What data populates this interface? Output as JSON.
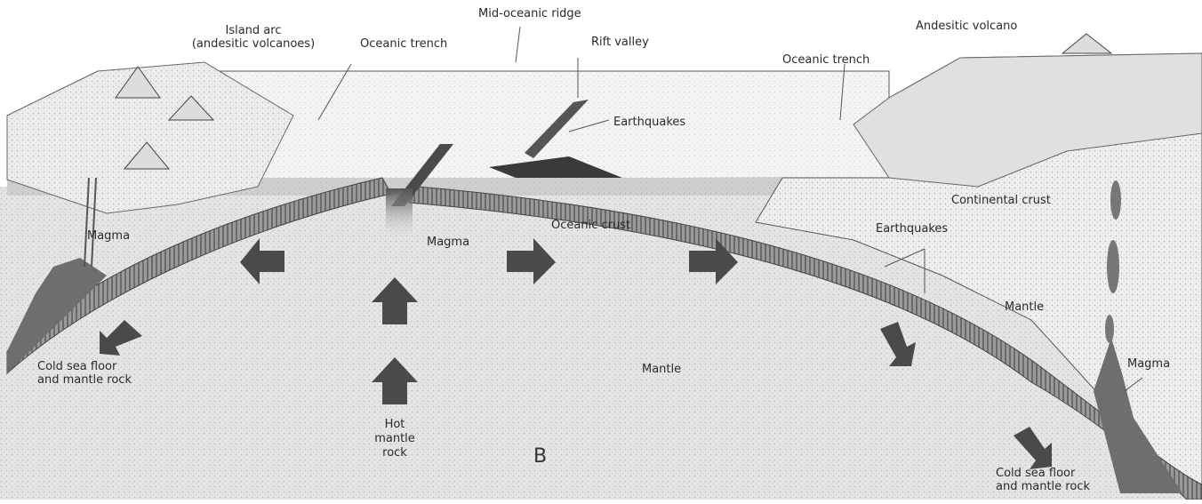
{
  "labels": {
    "island_arc": "Island arc",
    "island_arc_sub": "(andesitic volcanoes)",
    "trench_left": "Oceanic trench",
    "mid_ridge": "Mid-oceanic ridge",
    "rift_valley": "Rift valley",
    "earthquakes_ridge": "Earthquakes",
    "trench_right": "Oceanic trench",
    "andesitic_volcano": "Andesitic volcano",
    "continental_crust": "Continental crust",
    "oceanic_crust": "Oceanic crust",
    "earthquakes_right": "Earthquakes",
    "magma_left": "Magma",
    "magma_center": "Magma",
    "magma_right": "Magma",
    "mantle_center": "Mantle",
    "mantle_right": "Mantle",
    "cold_left_1": "Cold sea floor",
    "cold_left_2": "and mantle rock",
    "hot_1": "Hot",
    "hot_2": "mantle",
    "hot_3": "rock",
    "panel_letter": "B",
    "cold_right_1": "Cold sea floor",
    "cold_right_2": "and mantle rock"
  },
  "colors": {
    "mantle": "#e6e6e6",
    "ocean": "#f2f2f2",
    "crust_band": "#8a8a8a",
    "continental": "#ececec",
    "magma_dark": "#6e6e6e",
    "arrow": "#4a4a4a",
    "ink": "#2a2a2a"
  }
}
